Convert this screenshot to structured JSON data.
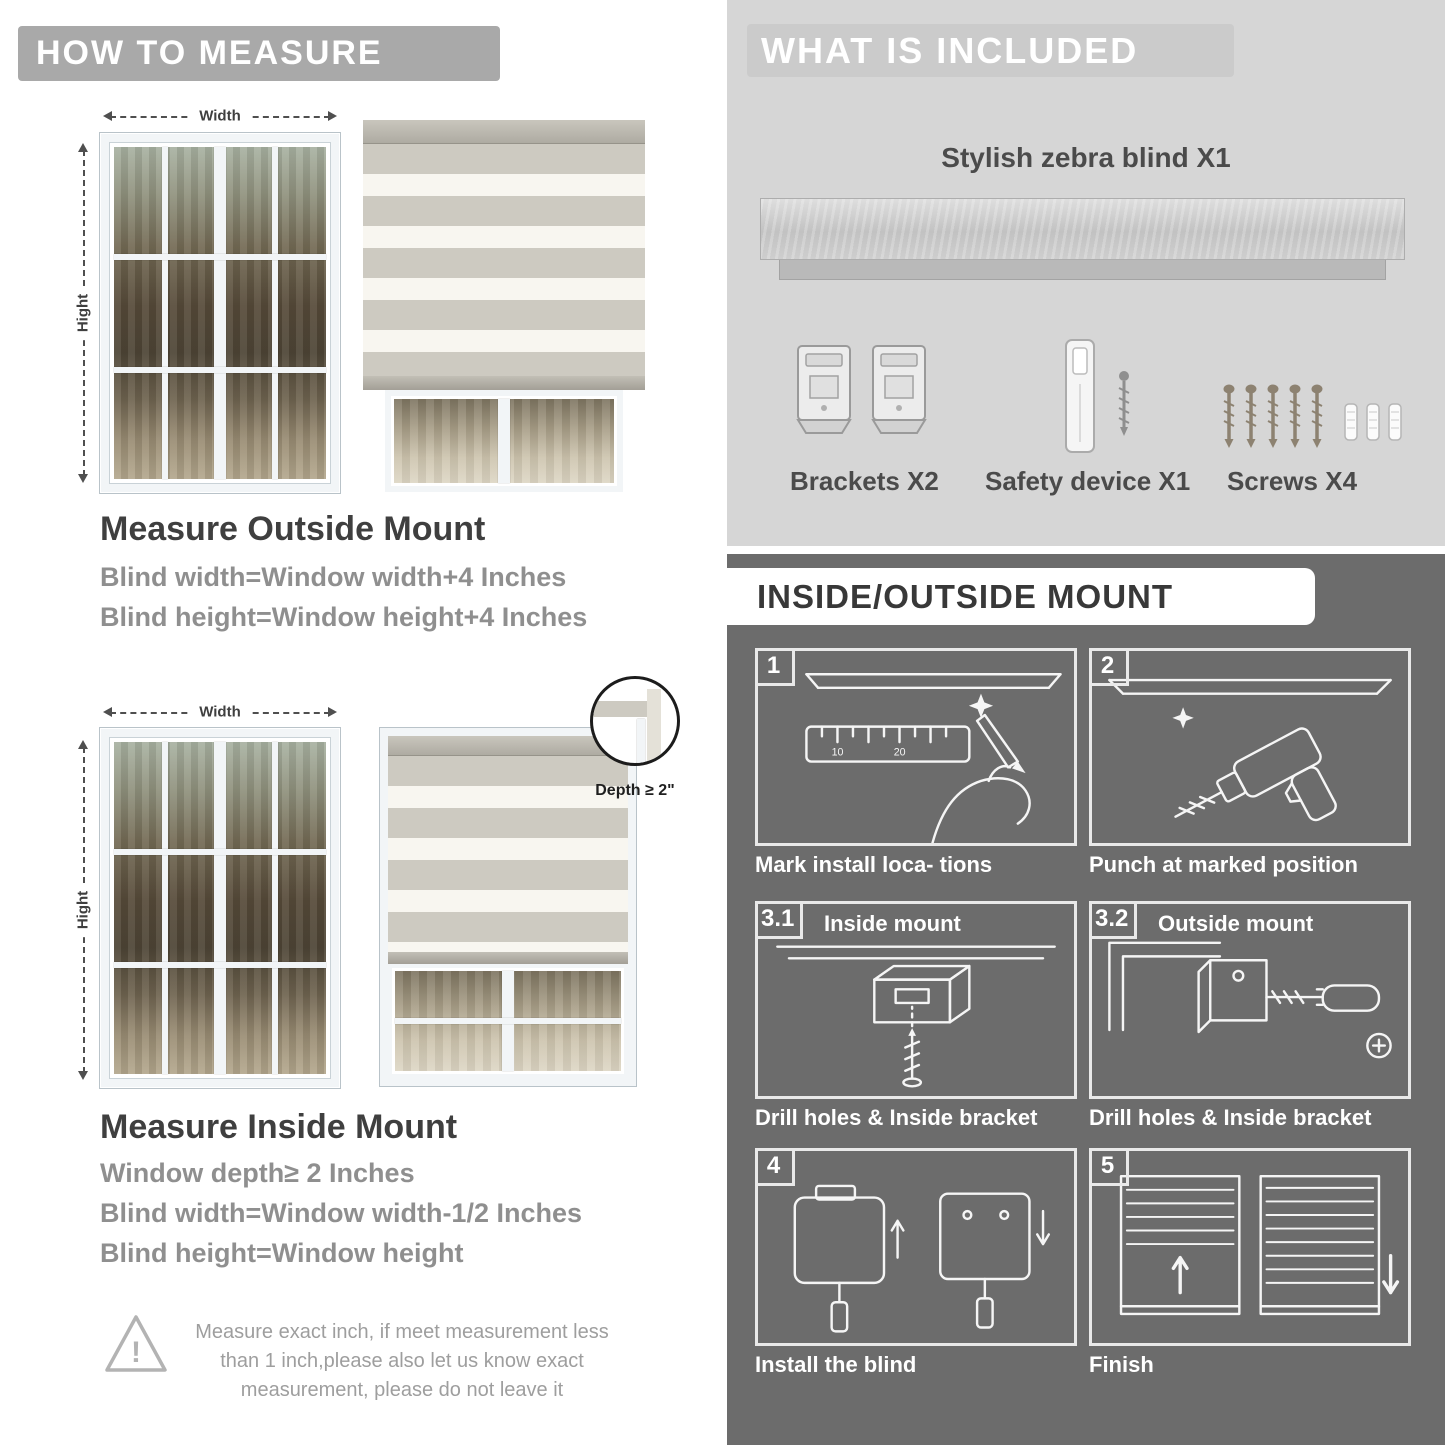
{
  "left": {
    "header": "HOW TO MEASURE",
    "outside": {
      "width_label": "Width",
      "height_label": "Hight",
      "heading": "Measure Outside Mount",
      "line1": "Blind width=Window width+4 Inches",
      "line2": "Blind height=Window height+4 Inches"
    },
    "inside": {
      "width_label": "Width",
      "height_label": "Hight",
      "depth_callout": "Depth ≥ 2\"",
      "heading": "Measure Inside Mount",
      "line1": "Window depth≥ 2 Inches",
      "line2": "Blind width=Window width-1/2 Inches",
      "line3": "Blind height=Window height"
    },
    "warning_text": "Measure exact inch, if meet measurement less than 1 inch,please also let us know exact measurement, please do not leave it"
  },
  "right": {
    "included": {
      "header": "WHAT IS INCLUDED",
      "product_label": "Stylish zebra blind X1",
      "item1_label": "Brackets X2",
      "item2_label": "Safety device X1",
      "item3_label": "Screws X4"
    },
    "mount": {
      "header": "INSIDE/OUTSIDE MOUNT",
      "steps": [
        {
          "num": "1",
          "title": "",
          "caption": "Mark install loca- tions"
        },
        {
          "num": "2",
          "title": "",
          "caption": "Punch at  marked position"
        },
        {
          "num": "3.1",
          "title": "Inside mount",
          "caption": "Drill holes &  Inside bracket"
        },
        {
          "num": "3.2",
          "title": "Outside mount",
          "caption": "Drill holes &  Inside bracket"
        },
        {
          "num": "4",
          "title": "",
          "caption": "Install the blind"
        },
        {
          "num": "5",
          "title": "",
          "caption": "Finish"
        }
      ]
    }
  },
  "colors": {
    "banner_gray": "#a9a9a9",
    "heading_dark": "#3f3f3f",
    "body_gray": "#8f8f8f",
    "included_bg": "#d6d6d6",
    "mount_bg": "#6c6c6c"
  }
}
